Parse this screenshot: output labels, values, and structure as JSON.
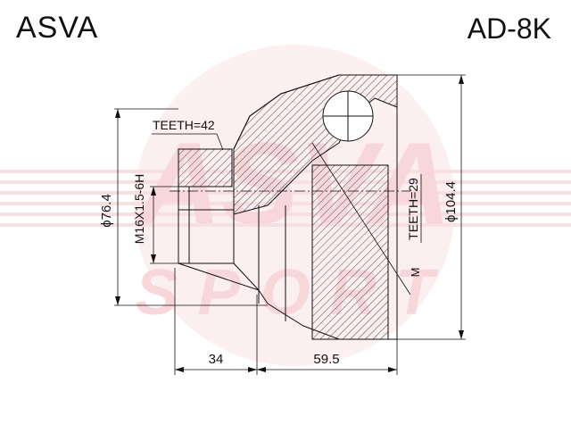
{
  "header": {
    "brand": "ASVA",
    "part_number": "AD-8K"
  },
  "watermark": {
    "text_top": "ASVA",
    "text_bottom": "SPORT",
    "color": "#f2b8bd"
  },
  "labels": {
    "teeth_outer": "TEETH=42",
    "teeth_inner": "TEETH=29",
    "thread": "M16X1.5-6H",
    "dia_small": "ϕ76.4",
    "dia_large": "ϕ104.4",
    "len_stub": "34",
    "len_body": "59.5",
    "marker": "M"
  },
  "colors": {
    "line": "#111111",
    "watermark": "#f2b8bd"
  }
}
